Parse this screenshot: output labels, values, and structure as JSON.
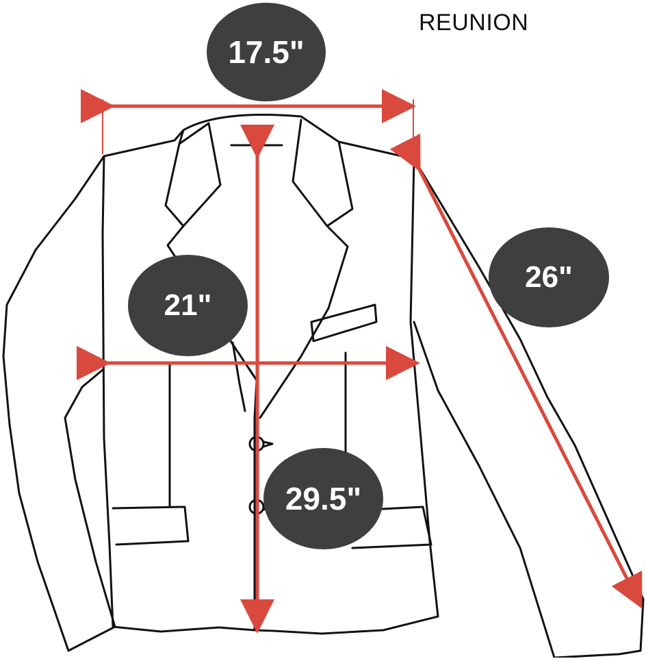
{
  "brand": "REUNION",
  "measurements": {
    "shoulder": "17.5\"",
    "chest": "21\"",
    "sleeve": "26\"",
    "length": "29.5\""
  },
  "colors": {
    "arrow": "#d9493d",
    "badge": "#3f3f3f",
    "outline": "#111111"
  }
}
